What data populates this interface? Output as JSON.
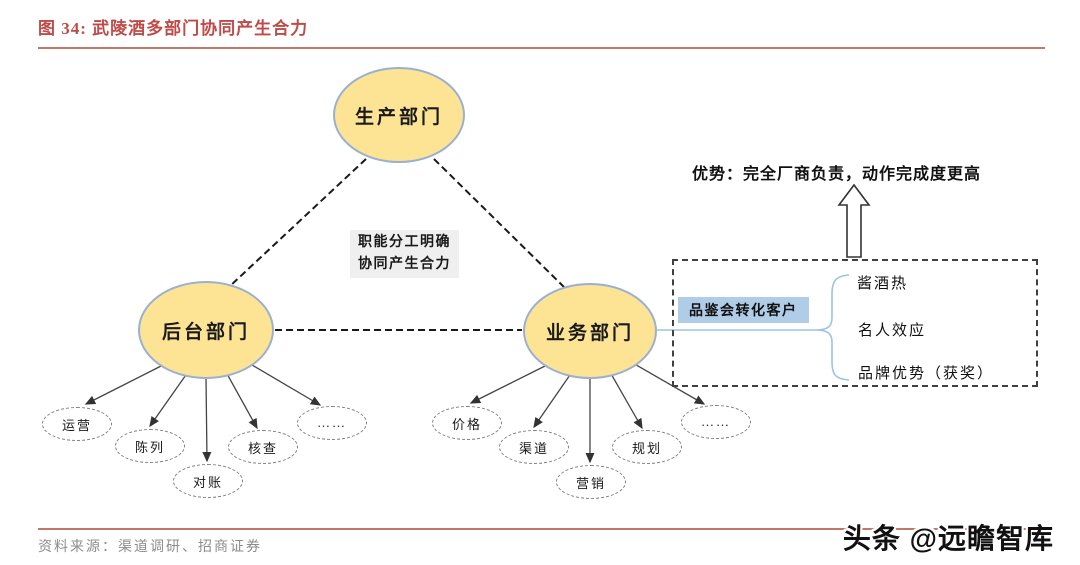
{
  "header": {
    "title": "图 34: 武陵酒多部门协同产生合力"
  },
  "nodes": {
    "production": "生产部门",
    "backoffice": "后台部门",
    "business": "业务部门"
  },
  "center_note": {
    "line1": "职能分工明确",
    "line2": "协同产生合力"
  },
  "advantage_text": "优势：完全厂商负责，动作完成度更高",
  "blue_label": "品鉴会转化客户",
  "right_items": [
    "酱酒热",
    "名人效应",
    "品牌优势（获奖）"
  ],
  "backoffice_children": [
    "运营",
    "陈列",
    "对账",
    "核查",
    "……"
  ],
  "business_children": [
    "价格",
    "渠道",
    "营销",
    "规划",
    "……"
  ],
  "footer": {
    "source": "资料来源：渠道调研、招商证券",
    "watermark": "头条 @远瞻智库"
  },
  "colors": {
    "title_accent": "#be4b48",
    "rule_line": "#c0786b",
    "ellipse_fill": "#fde495",
    "ellipse_border": "#9ab0d2",
    "note_bg": "#efefef",
    "blue_label_bg": "#afcde7",
    "blue_line": "#9cc3e6",
    "source_text": "#8c8c8c"
  }
}
